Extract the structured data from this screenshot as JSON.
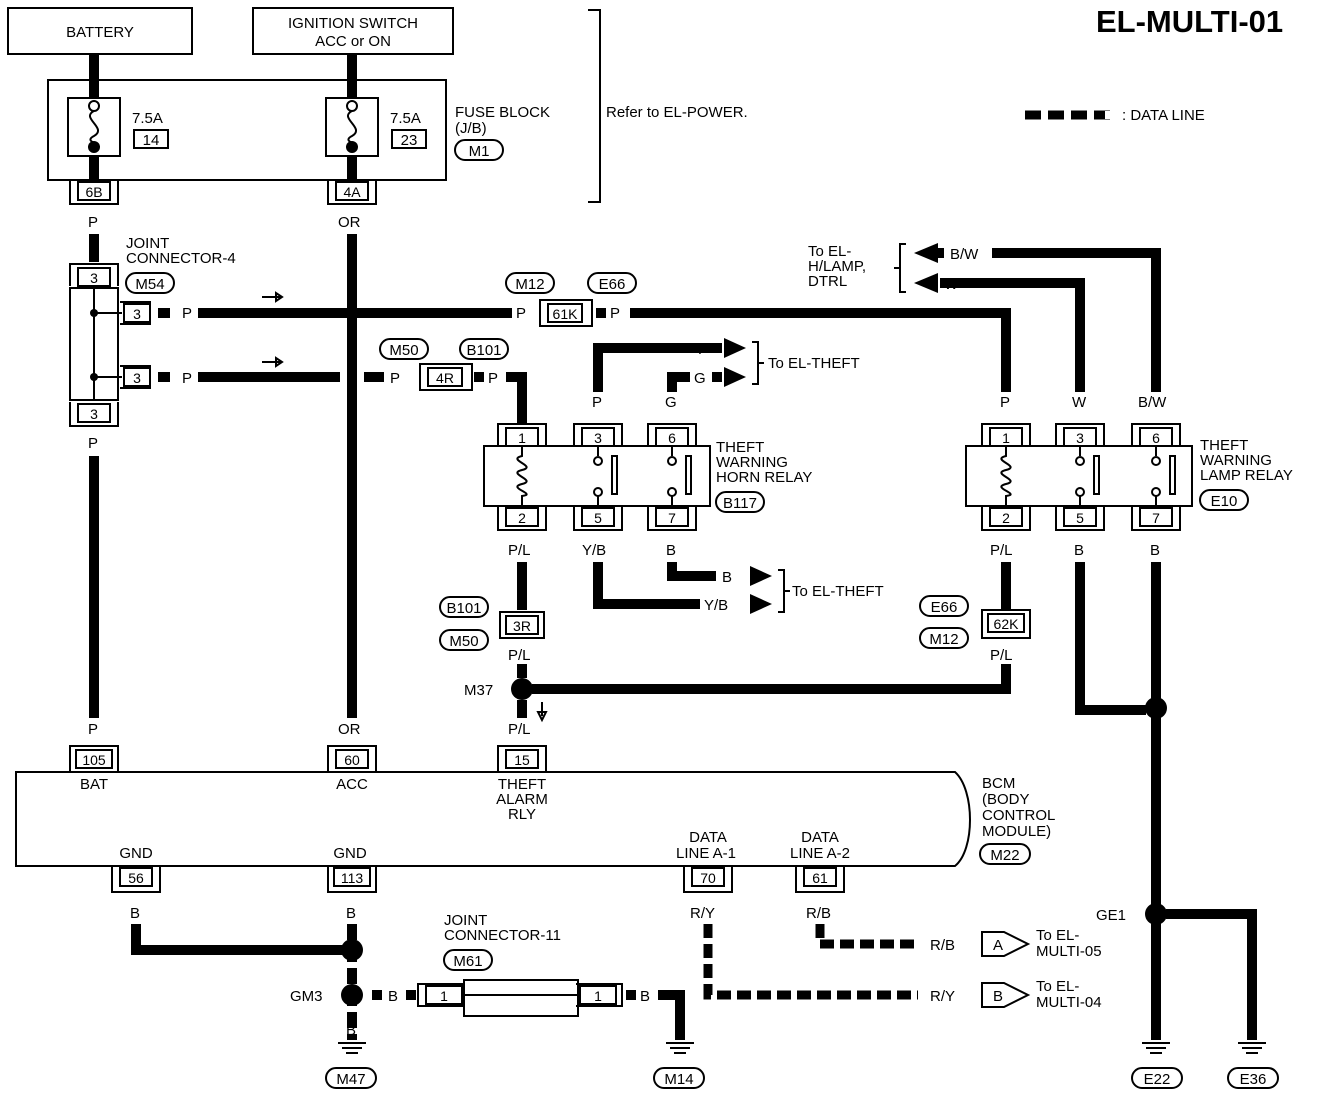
{
  "title": "EL-MULTI-01",
  "legend": {
    "label": ": DATA LINE"
  },
  "sources": {
    "battery": "BATTERY",
    "ign_line1": "IGNITION SWITCH",
    "ign_line2": "ACC or ON"
  },
  "fuse_block": {
    "line1": "FUSE BLOCK",
    "line2": "(J/B)",
    "conn": "M1",
    "refer": "Refer to EL-POWER.",
    "fuse_left": {
      "amp": "7.5A",
      "num": "14",
      "pin": "6B"
    },
    "fuse_right": {
      "amp": "7.5A",
      "num": "23",
      "pin": "4A"
    }
  },
  "wires": {
    "p": "P",
    "or": "OR",
    "pl": "P/L",
    "b": "B",
    "w": "W",
    "bw": "B/W",
    "g": "G",
    "yb": "Y/B",
    "ry": "R/Y",
    "rb": "R/B"
  },
  "joint4": {
    "line1": "JOINT",
    "line2": "CONNECTOR-4",
    "conn": "M54",
    "pin": "3"
  },
  "connectors": {
    "m12": "M12",
    "e66": "E66",
    "m50": "M50",
    "b101": "B101",
    "pin_61k": "61K",
    "pin_4r": "4R",
    "pin_3r": "3R",
    "pin_62k": "62K"
  },
  "horn_relay": {
    "line1": "THEFT",
    "line2": "WARNING",
    "line3": "HORN RELAY",
    "conn": "B117",
    "pins": [
      "1",
      "3",
      "6",
      "2",
      "5",
      "7"
    ]
  },
  "lamp_relay": {
    "line1": "THEFT",
    "line2": "WARNING",
    "line3": "LAMP RELAY",
    "conn": "E10",
    "pins": [
      "1",
      "3",
      "6",
      "2",
      "5",
      "7"
    ]
  },
  "to_theft": "To EL-THEFT",
  "to_hlamp": {
    "line1": "To EL-",
    "line2": "H/LAMP,",
    "line3": "DTRL"
  },
  "splices": {
    "m37": "M37",
    "gm3": "GM3",
    "ge1": "GE1"
  },
  "bcm": {
    "line1": "BCM",
    "line2": "(BODY",
    "line3": "CONTROL",
    "line4": "MODULE)",
    "conn": "M22",
    "pin_bat": "105",
    "lbl_bat": "BAT",
    "pin_acc": "60",
    "lbl_acc": "ACC",
    "pin_theft": "15",
    "lbl_theft1": "THEFT",
    "lbl_theft2": "ALARM",
    "lbl_theft3": "RLY",
    "pin_gnd1": "56",
    "pin_gnd2": "113",
    "lbl_gnd": "GND",
    "pin_dla1": "70",
    "lbl_dla1_1": "DATA",
    "lbl_dla1_2": "LINE A-1",
    "pin_dla2": "61",
    "lbl_dla2_1": "DATA",
    "lbl_dla2_2": "LINE A-2"
  },
  "joint11": {
    "line1": "JOINT",
    "line2": "CONNECTOR-11",
    "conn": "M61",
    "pin": "1"
  },
  "grounds": {
    "m47": "M47",
    "m14": "M14",
    "e22": "E22",
    "e36": "E36"
  },
  "to_multi05": {
    "letter": "A",
    "line1": "To EL-",
    "line2": "MULTI-05"
  },
  "to_multi04": {
    "letter": "B",
    "line1": "To EL-",
    "line2": "MULTI-04"
  }
}
